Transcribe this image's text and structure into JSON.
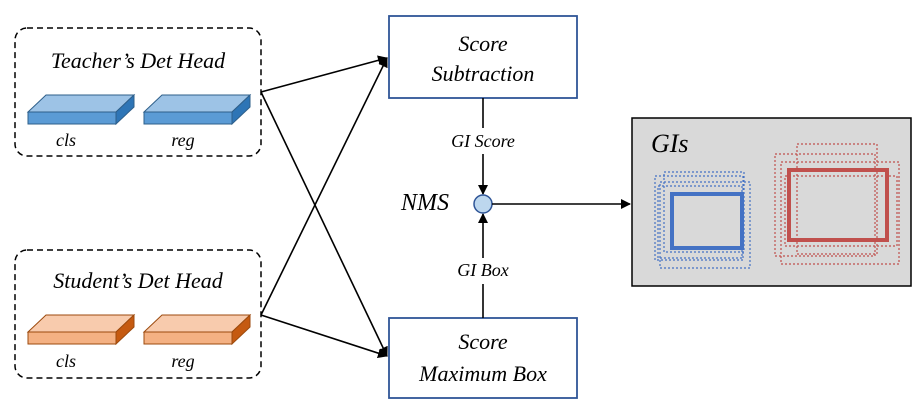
{
  "teacher_group": {
    "label": "Teacher’s Det Head",
    "cls_label": "cls",
    "reg_label": "reg",
    "color_front": "#5b9bd5",
    "color_top": "#9dc3e6",
    "color_side": "#2e75b6"
  },
  "student_group": {
    "label": "Student’s Det Head",
    "cls_label": "cls",
    "reg_label": "reg",
    "color_front": "#f4b183",
    "color_top": "#f8cbad",
    "color_side": "#c55a11"
  },
  "score_subtraction": {
    "line1": "Score",
    "line2": "Subtraction"
  },
  "score_maximum_box": {
    "line1": "Score",
    "line2": "Maximum Box"
  },
  "nms": {
    "label": "NMS",
    "fill": "#bdd7ee"
  },
  "gi_score_label": "GI Score",
  "gi_box_label": "GI Box",
  "gis_panel": {
    "label": "GIs",
    "background": "#d9d9d9",
    "blue": "#4472c4",
    "red": "#c0504d"
  }
}
